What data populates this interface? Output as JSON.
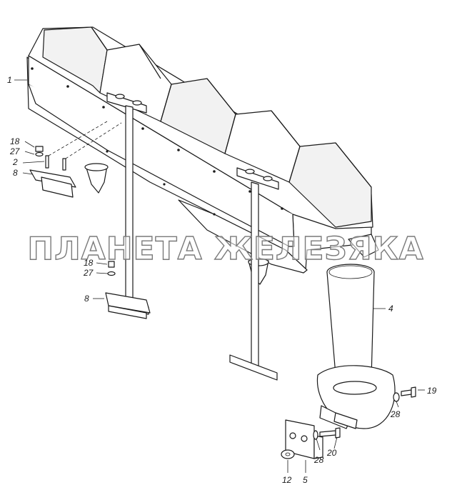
{
  "watermark": "ПЛАНЕТА ЖЕЛЕЗЯКА",
  "callouts": {
    "c1": "1",
    "c2": "2",
    "c4": "4",
    "c5": "5",
    "c8a": "8",
    "c8b": "8",
    "c12": "12",
    "c18a": "18",
    "c18b": "18",
    "c19": "19",
    "c20": "20",
    "c27a": "27",
    "c27b": "27",
    "c28a": "28",
    "c28b": "28"
  },
  "colors": {
    "line": "#1a1a1a",
    "background": "#ffffff",
    "watermark_outline": "#7a7a7a"
  }
}
